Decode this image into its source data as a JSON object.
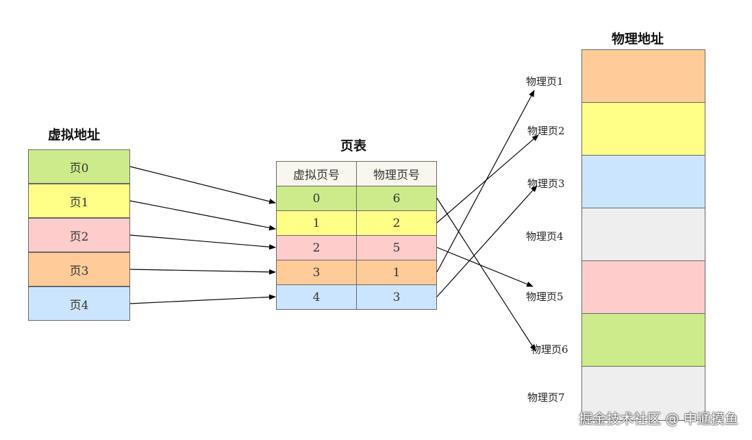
{
  "virtual": {
    "title": "虚拟地址",
    "pages": [
      "页0",
      "页1",
      "页2",
      "页3",
      "页4"
    ]
  },
  "table": {
    "title": "页表",
    "headers": [
      "虚拟页号",
      "物理页号"
    ],
    "rows": [
      {
        "v": "0",
        "p": "6"
      },
      {
        "v": "1",
        "p": "2"
      },
      {
        "v": "2",
        "p": "5"
      },
      {
        "v": "3",
        "p": "1"
      },
      {
        "v": "4",
        "p": "3"
      }
    ]
  },
  "physical": {
    "title": "物理地址",
    "labels": [
      "物理页1",
      "物理页2",
      "物理页3",
      "物理页4",
      "物理页5",
      "物理页6",
      "物理页7"
    ]
  },
  "colors": {
    "green": "#cdeb8b",
    "yellow": "#ffff88",
    "pink": "#ffcccc",
    "orange": "#ffcc99",
    "blue": "#cce5ff",
    "gray": "#eeeeee",
    "header": "#f9f7ed"
  },
  "watermark": "掘金技术社区 @ 申通摸鱼"
}
